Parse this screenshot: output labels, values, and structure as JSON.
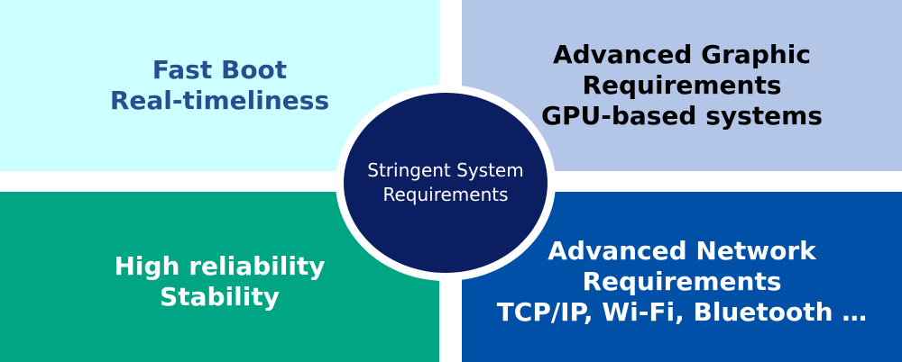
{
  "center": {
    "line1": "Stringent System",
    "line2": "Requirements"
  },
  "quadrants": {
    "top_left": {
      "line1": "Fast Boot",
      "line2": "Real-timeliness"
    },
    "top_right": {
      "line1": "Advanced Graphic",
      "line2": "Requirements",
      "line3": "GPU-based systems"
    },
    "bottom_left": {
      "line1": "High reliability",
      "line2": "Stability"
    },
    "bottom_right": {
      "line1": "Advanced Network",
      "line2": "Requirements",
      "line3": "TCP/IP, Wi-Fi, Bluetooth …"
    }
  },
  "colors": {
    "top_left_bg": "#ccffff",
    "top_right_bg": "#b3c6e8",
    "bottom_left_bg": "#00a583",
    "bottom_right_bg": "#0050a8",
    "center_bg": "#0c1e62"
  }
}
